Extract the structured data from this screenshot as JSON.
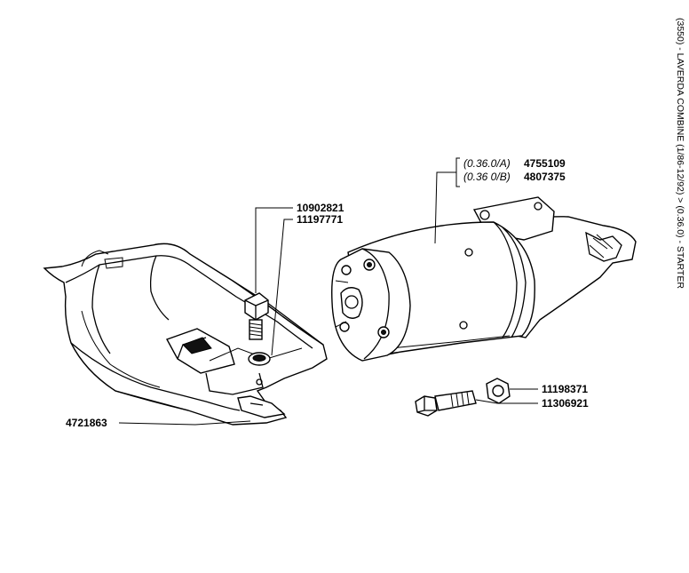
{
  "title": "(3550) - LAVERDA COMBINE (1/86-12/92) > (0.36.0) - STARTER",
  "callouts": {
    "variant_a_code": "(0.36.0/A)",
    "variant_a_part": "4755109",
    "variant_b_code": "(0.36 0/B)",
    "variant_b_part": "4807375",
    "bolt_part": "10902821",
    "washer_part": "11197771",
    "shield_part": "4721863",
    "nut_part": "11198371",
    "screw_part": "11306921"
  }
}
